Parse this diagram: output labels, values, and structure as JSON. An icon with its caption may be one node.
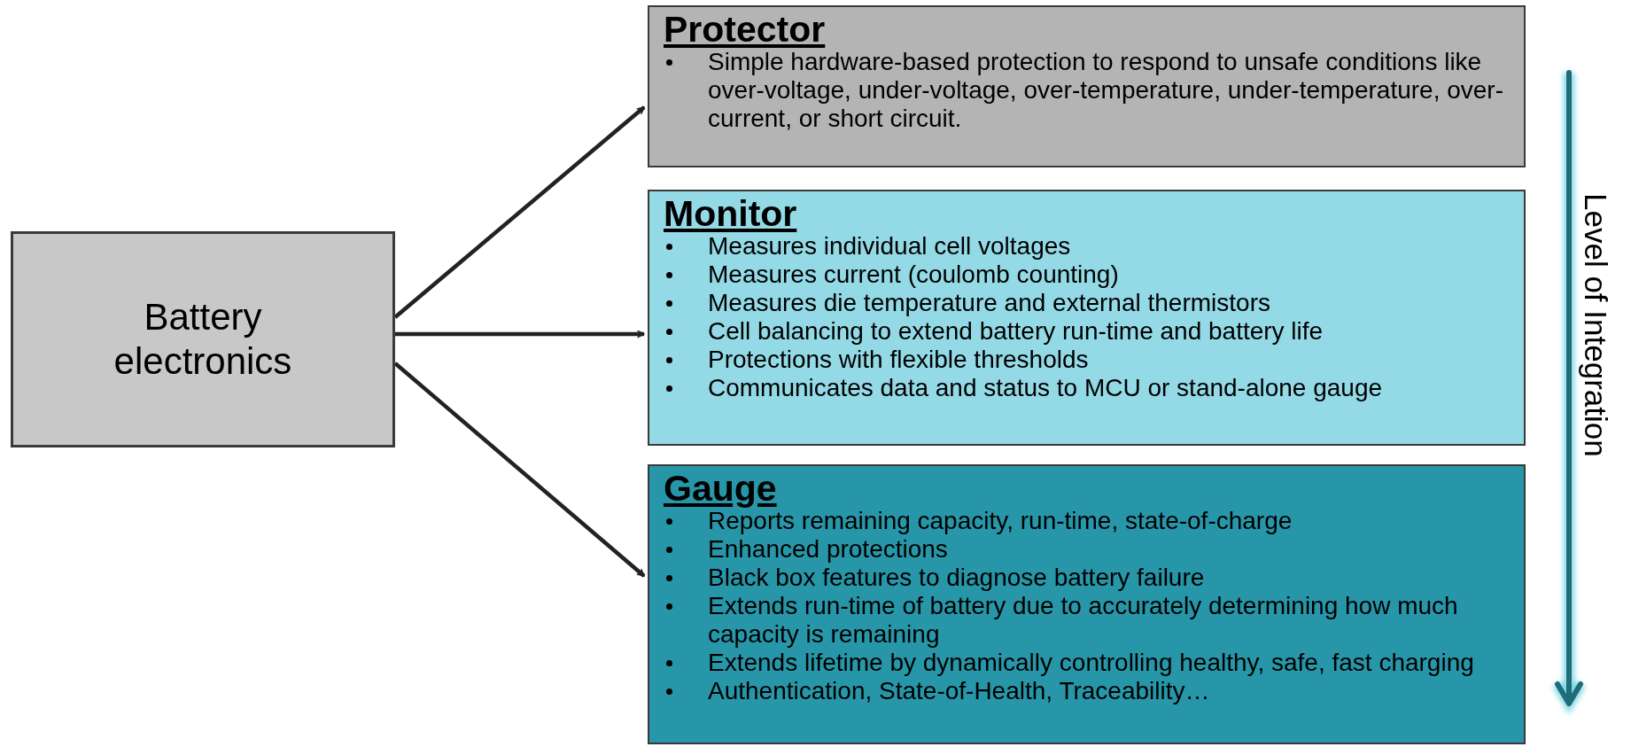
{
  "diagram": {
    "nodes": [
      {
        "text": [
          "Battery electronics"
        ]
      },
      {
        "text": [
          "Protector",
          "Simple hardware-based protection to respond to unsafe conditions like over-voltage, under-voltage, over-temperature, under-temperature, over-current, or short circuit."
        ]
      },
      {
        "text": [
          "Monitor",
          "Measures individual cell voltages",
          "Measures current (coulomb counting)",
          "Measures die temperature and external thermistors",
          "Cell balancing to extend battery run-time and battery life",
          "Protections with flexible thresholds",
          "Communicates data and status to MCU or stand-alone gauge"
        ]
      },
      {
        "text": [
          "Gauge",
          "Reports remaining capacity, run-time, state-of-charge",
          "Enhanced protections",
          "Black box features to diagnose battery failure",
          "Extends run-time of battery due to accurately determining how much capacity is remaining",
          "Extends lifetime by dynamically controlling healthy, safe, fast charging",
          "Authentication, State-of-Health, Traceability…"
        ]
      }
    ],
    "edges": [
      {
        "from": 0,
        "to": 1,
        "arrow": "to"
      },
      {
        "from": 0,
        "to": 2,
        "arrow": "to"
      },
      {
        "from": 0,
        "to": 3,
        "arrow": "to"
      }
    ],
    "labels": [
      "Level of Integration"
    ]
  }
}
